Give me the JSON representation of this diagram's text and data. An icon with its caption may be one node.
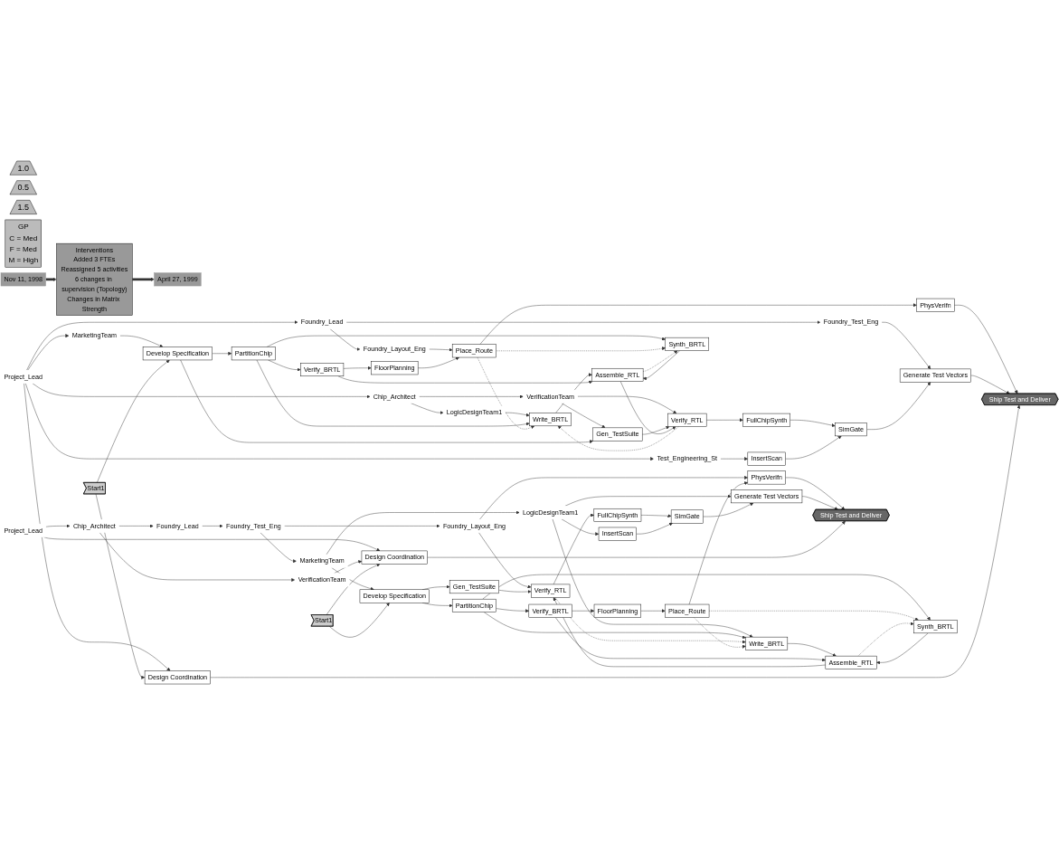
{
  "diagram": {
    "nodes": [
      {
        "text": [
          "Project_Lead"
        ]
      },
      {
        "text": [
          "MarketingTeam"
        ]
      },
      {
        "text": [
          "Chip_Architect"
        ]
      },
      {
        "text": [
          "Test_Engineering_St"
        ]
      },
      {
        "text": [
          "Foundry_Lead"
        ]
      },
      {
        "text": [
          "LogicDesignTeam1"
        ]
      },
      {
        "text": [
          "VerificationTeam"
        ]
      },
      {
        "text": [
          "Foundry_Layout_Eng"
        ]
      },
      {
        "text": [
          "Foundry_Test_Eng"
        ]
      },
      {
        "text": [
          "Start1"
        ]
      },
      {
        "text": [
          "Design Coordination"
        ]
      },
      {
        "text": [
          "Gen_TestSuite"
        ]
      },
      {
        "text": [
          "Verify_RTL"
        ]
      },
      {
        "text": [
          "Develop Specification"
        ]
      },
      {
        "text": [
          "Write_BRTL"
        ]
      },
      {
        "text": [
          "InsertScan"
        ]
      },
      {
        "text": [
          "Generate Test Vectors"
        ]
      },
      {
        "text": [
          "PartitionChip"
        ]
      },
      {
        "text": [
          "Verify_BRTL"
        ]
      },
      {
        "text": [
          "Assemble_RTL"
        ]
      },
      {
        "text": [
          "FullChipSynth"
        ]
      },
      {
        "text": [
          "SimGate"
        ]
      },
      {
        "text": [
          "Synth_BRTL"
        ]
      },
      {
        "text": [
          "PhysVerifn"
        ]
      },
      {
        "text": [
          "FloorPlanning"
        ]
      },
      {
        "text": [
          "Place_Route"
        ]
      },
      {
        "text": [
          "Ship Test and Deliver"
        ]
      },
      {
        "text": [
          "Project_Lead"
        ]
      },
      {
        "text": [
          "1.0"
        ]
      },
      {
        "text": [
          "Chip_Architect"
        ]
      },
      {
        "text": [
          "VerificationTeam"
        ]
      },
      {
        "text": [
          "Foundry_Lead"
        ]
      },
      {
        "text": [
          "Foundry_Test_Eng"
        ]
      },
      {
        "text": [
          "0.5"
        ]
      },
      {
        "text": [
          "Foundry_Layout_Eng"
        ]
      },
      {
        "text": [
          "MarketingTeam"
        ]
      },
      {
        "text": [
          "1.5"
        ]
      },
      {
        "text": [
          "LogicDesignTeam1"
        ]
      },
      {
        "text": [
          "Start1"
        ]
      },
      {
        "text": [
          "Design Coordination"
        ]
      },
      {
        "text": [
          "Gen_TestSuite"
        ]
      },
      {
        "text": [
          "Verify_RTL"
        ]
      },
      {
        "text": [
          "Develop Specification"
        ]
      },
      {
        "text": [
          "Write_BRTL"
        ]
      },
      {
        "text": [
          "InsertScan"
        ]
      },
      {
        "text": [
          "Generate Test Vectors"
        ]
      },
      {
        "text": [
          "PartitionChip"
        ]
      },
      {
        "text": [
          "Assemble_RTL"
        ]
      },
      {
        "text": [
          "Verify_BRTL"
        ]
      },
      {
        "text": [
          "FullChipSynth"
        ]
      },
      {
        "text": [
          "SimGate"
        ]
      },
      {
        "text": [
          "Synth_BRTL"
        ]
      },
      {
        "text": [
          "PhysVerifn"
        ]
      },
      {
        "text": [
          "FloorPlanning"
        ]
      },
      {
        "text": [
          "Place_Route"
        ]
      },
      {
        "text": [
          "Ship Test and Deliver"
        ]
      },
      {
        "text": [
          "GP",
          "C = Med",
          "F = Med",
          "M = High"
        ]
      },
      {
        "text": [
          "Nov 11, 1998"
        ]
      },
      {
        "text": [
          "Interventions",
          "Added 3 FTEs",
          "Reassigned 5 activities",
          "6 changes in supervision (Topology)",
          "Changes in Matrix Strength"
        ]
      },
      {
        "text": [
          "April 27, 1999"
        ]
      }
    ],
    "edges": [
      {
        "from": 0,
        "to": 1,
        "arrow": "to"
      },
      {
        "from": 0,
        "to": 2,
        "arrow": "to"
      },
      {
        "from": 0,
        "to": 3,
        "arrow": "to"
      },
      {
        "from": 0,
        "to": 4,
        "arrow": "to"
      },
      {
        "from": 2,
        "to": 5,
        "arrow": "to"
      },
      {
        "from": 2,
        "to": 6,
        "arrow": "to"
      },
      {
        "from": 4,
        "to": 7,
        "arrow": "to"
      },
      {
        "from": 4,
        "to": 8,
        "arrow": "to"
      },
      {
        "from": 0,
        "to": 10,
        "arrow": "to"
      },
      {
        "from": 1,
        "to": 13,
        "arrow": "to"
      },
      {
        "from": 5,
        "to": 14,
        "arrow": "to"
      },
      {
        "from": 6,
        "to": 12,
        "arrow": "to"
      },
      {
        "from": 6,
        "to": 11,
        "arrow": "to"
      },
      {
        "from": 3,
        "to": 15,
        "arrow": "to"
      },
      {
        "from": 7,
        "to": 25,
        "arrow": "to"
      },
      {
        "from": 8,
        "to": 16,
        "arrow": "to"
      },
      {
        "from": 9,
        "to": 10,
        "arrow": "to"
      },
      {
        "from": 9,
        "to": 13,
        "arrow": "to"
      },
      {
        "from": 13,
        "to": 17,
        "arrow": "to"
      },
      {
        "from": 13,
        "to": 11,
        "arrow": "to"
      },
      {
        "from": 17,
        "to": 14,
        "arrow": "to"
      },
      {
        "from": 17,
        "to": 18,
        "arrow": "to"
      },
      {
        "from": 17,
        "to": 22,
        "arrow": "to"
      },
      {
        "from": 14,
        "to": 19,
        "arrow": "to"
      },
      {
        "from": 18,
        "to": 19,
        "arrow": "to"
      },
      {
        "from": 22,
        "to": 19,
        "arrow": "to"
      },
      {
        "from": 18,
        "to": 24,
        "arrow": "to"
      },
      {
        "from": 24,
        "to": 25,
        "arrow": "to"
      },
      {
        "from": 25,
        "to": 23,
        "arrow": "to"
      },
      {
        "from": 23,
        "to": 26,
        "arrow": "to"
      },
      {
        "from": 11,
        "to": 12,
        "arrow": "to"
      },
      {
        "from": 19,
        "to": 12,
        "arrow": "to"
      },
      {
        "from": 12,
        "to": 20,
        "arrow": "to"
      },
      {
        "from": 20,
        "to": 21,
        "arrow": "to"
      },
      {
        "from": 15,
        "to": 21,
        "arrow": "to"
      },
      {
        "from": 21,
        "to": 16,
        "arrow": "to"
      },
      {
        "from": 16,
        "to": 26,
        "arrow": "to"
      },
      {
        "from": 10,
        "to": 26,
        "arrow": "to"
      },
      {
        "from": 12,
        "to": 14,
        "arrow": "to",
        "style": "dashed"
      },
      {
        "from": 25,
        "to": 14,
        "arrow": "to",
        "style": "dashed"
      },
      {
        "from": 25,
        "to": 22,
        "arrow": "to",
        "style": "dashed"
      },
      {
        "from": 19,
        "to": 22,
        "arrow": "to",
        "style": "dashed"
      },
      {
        "from": 27,
        "to": 29,
        "arrow": "to"
      },
      {
        "from": 29,
        "to": 30,
        "arrow": "to"
      },
      {
        "from": 29,
        "to": 31,
        "arrow": "to"
      },
      {
        "from": 31,
        "to": 32,
        "arrow": "to"
      },
      {
        "from": 32,
        "to": 34,
        "arrow": "to"
      },
      {
        "from": 32,
        "to": 35,
        "arrow": "to"
      },
      {
        "from": 35,
        "to": 37,
        "arrow": "to"
      },
      {
        "from": 27,
        "to": 39,
        "arrow": "to"
      },
      {
        "from": 30,
        "to": 39,
        "arrow": "to"
      },
      {
        "from": 34,
        "to": 41,
        "arrow": "to"
      },
      {
        "from": 34,
        "to": 52,
        "arrow": "to"
      },
      {
        "from": 37,
        "to": 45,
        "arrow": "to"
      },
      {
        "from": 37,
        "to": 44,
        "arrow": "to"
      },
      {
        "from": 37,
        "to": 43,
        "arrow": "to"
      },
      {
        "from": 35,
        "to": 42,
        "arrow": "to"
      },
      {
        "from": 38,
        "to": 39,
        "arrow": "to"
      },
      {
        "from": 38,
        "to": 42,
        "arrow": "to"
      },
      {
        "from": 42,
        "to": 46,
        "arrow": "to"
      },
      {
        "from": 42,
        "to": 40,
        "arrow": "to"
      },
      {
        "from": 46,
        "to": 43,
        "arrow": "to"
      },
      {
        "from": 46,
        "to": 48,
        "arrow": "to"
      },
      {
        "from": 46,
        "to": 51,
        "arrow": "to"
      },
      {
        "from": 43,
        "to": 47,
        "arrow": "to"
      },
      {
        "from": 48,
        "to": 47,
        "arrow": "to"
      },
      {
        "from": 51,
        "to": 47,
        "arrow": "to"
      },
      {
        "from": 48,
        "to": 53,
        "arrow": "to"
      },
      {
        "from": 53,
        "to": 54,
        "arrow": "to"
      },
      {
        "from": 54,
        "to": 52,
        "arrow": "to"
      },
      {
        "from": 52,
        "to": 55,
        "arrow": "to"
      },
      {
        "from": 40,
        "to": 41,
        "arrow": "to"
      },
      {
        "from": 47,
        "to": 41,
        "arrow": "to"
      },
      {
        "from": 41,
        "to": 49,
        "arrow": "to"
      },
      {
        "from": 49,
        "to": 50,
        "arrow": "to"
      },
      {
        "from": 44,
        "to": 50,
        "arrow": "to"
      },
      {
        "from": 50,
        "to": 45,
        "arrow": "to"
      },
      {
        "from": 45,
        "to": 55,
        "arrow": "to"
      },
      {
        "from": 39,
        "to": 55,
        "arrow": "to"
      },
      {
        "from": 41,
        "to": 43,
        "arrow": "to",
        "style": "dashed"
      },
      {
        "from": 54,
        "to": 43,
        "arrow": "to",
        "style": "dashed"
      },
      {
        "from": 54,
        "to": 51,
        "arrow": "to",
        "style": "dashed"
      },
      {
        "from": 47,
        "to": 51,
        "arrow": "to",
        "style": "dashed"
      },
      {
        "from": 57,
        "to": 58,
        "arrow": "to",
        "style": "thick"
      },
      {
        "from": 58,
        "to": 59,
        "arrow": "to",
        "style": "thick"
      }
    ]
  }
}
